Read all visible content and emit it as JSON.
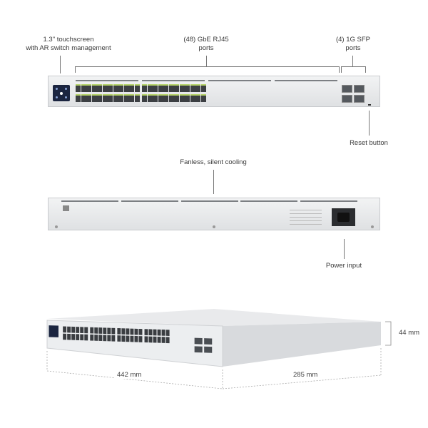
{
  "front": {
    "touchscreen_label": [
      "1.3\" touchscreen",
      "with AR switch management"
    ],
    "rj45_label": [
      "(48) GbE RJ45",
      "ports"
    ],
    "sfp_label": [
      "(4) 1G SFP",
      "ports"
    ],
    "reset_label": "Reset button",
    "rj45_count": 48,
    "sfp_count": 4
  },
  "rear": {
    "cooling_label": "Fanless, silent cooling",
    "power_label": "Power input"
  },
  "dimensions": {
    "width": "442 mm",
    "depth": "285 mm",
    "height": "44 mm"
  },
  "colors": {
    "port_led": "#b6d36a",
    "screen": "#1b2540"
  }
}
